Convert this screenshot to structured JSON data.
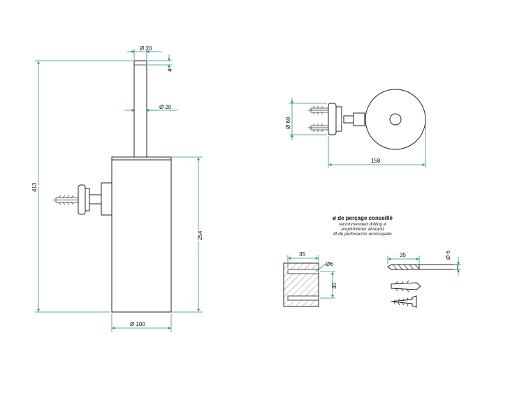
{
  "dimensions": {
    "top_rod_dia": "Ø 20",
    "top_cap_height": "4",
    "rod_dia": "Ø 20",
    "overall_height": "413",
    "container_height": "254",
    "container_dia": "Ø 100",
    "wall_plate_dia": "Ø 60",
    "depth": "158",
    "drill_depth_a": "35",
    "drill_dia_a": "Ø6",
    "hole_spacing": "30",
    "drill_depth_b": "35",
    "drill_dia_b": "Ø 6"
  },
  "drilling_note": {
    "title": "ø de perçage conseillé",
    "line1": "recommended drilling ø",
    "line2": "empfohlener abstand",
    "line3": "Ø de perforación aconsejado"
  }
}
